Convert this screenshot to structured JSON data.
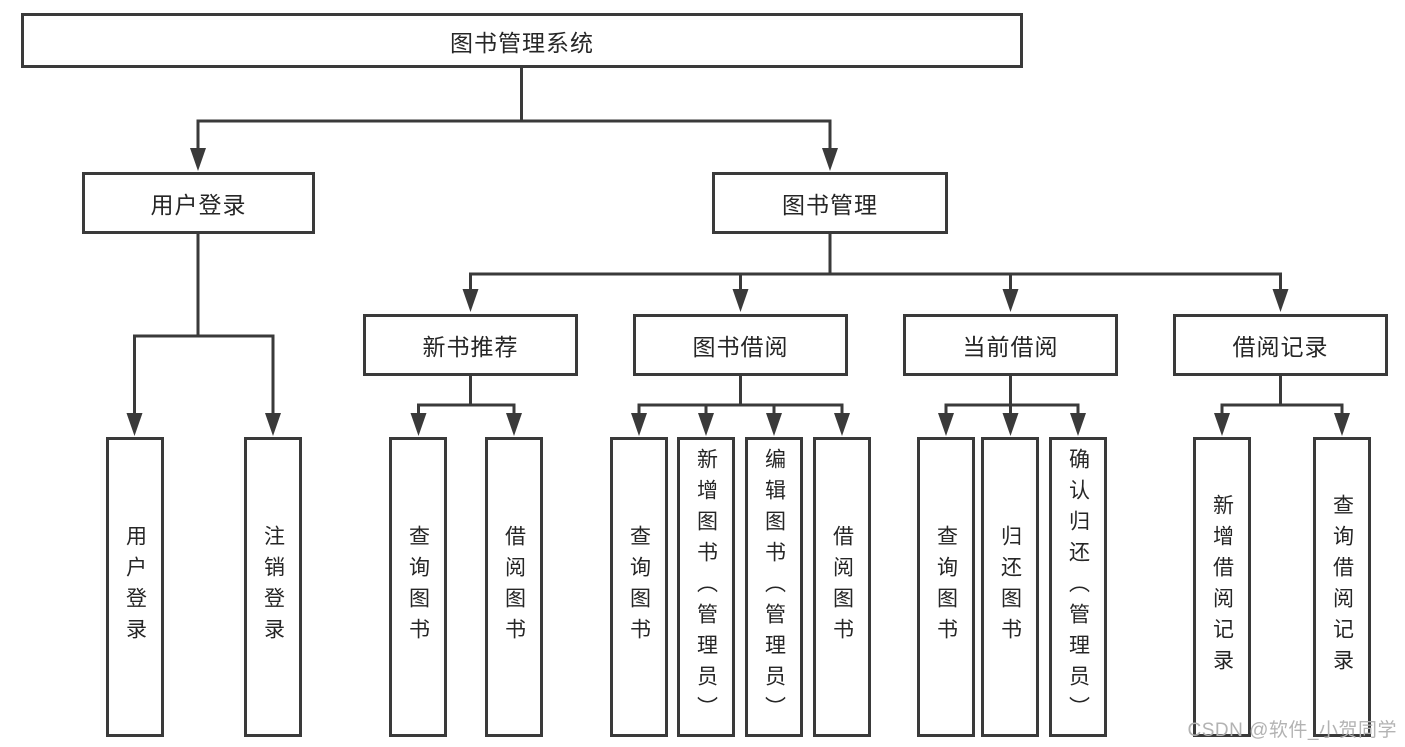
{
  "tree": {
    "root": {
      "label": "图书管理系统"
    },
    "login_branch": {
      "label": "用户登录",
      "leaves": [
        {
          "label": "用户登录"
        },
        {
          "label": "注销登录"
        }
      ]
    },
    "management_branch": {
      "label": "图书管理",
      "sections": [
        {
          "label": "新书推荐",
          "leaves": [
            {
              "label": "查询图书"
            },
            {
              "label": "借阅图书"
            }
          ]
        },
        {
          "label": "图书借阅",
          "leaves": [
            {
              "label": "查询图书"
            },
            {
              "label": "新增图书（管理员）"
            },
            {
              "label": "编辑图书（管理员）"
            },
            {
              "label": "借阅图书"
            }
          ]
        },
        {
          "label": "当前借阅",
          "leaves": [
            {
              "label": "查询图书"
            },
            {
              "label": "归还图书"
            },
            {
              "label": "确认归还（管理员）"
            }
          ]
        },
        {
          "label": "借阅记录",
          "leaves": [
            {
              "label": "新增借阅记录"
            },
            {
              "label": "查询借阅记录"
            }
          ]
        }
      ]
    }
  },
  "watermark": {
    "text": "CSDN @软件_小贺同学"
  },
  "colors": {
    "line": "#3a3a3a",
    "box_border": "#3a3a3a",
    "text": "#262626",
    "background": "#ffffff",
    "watermark": "#b3b3b3"
  }
}
